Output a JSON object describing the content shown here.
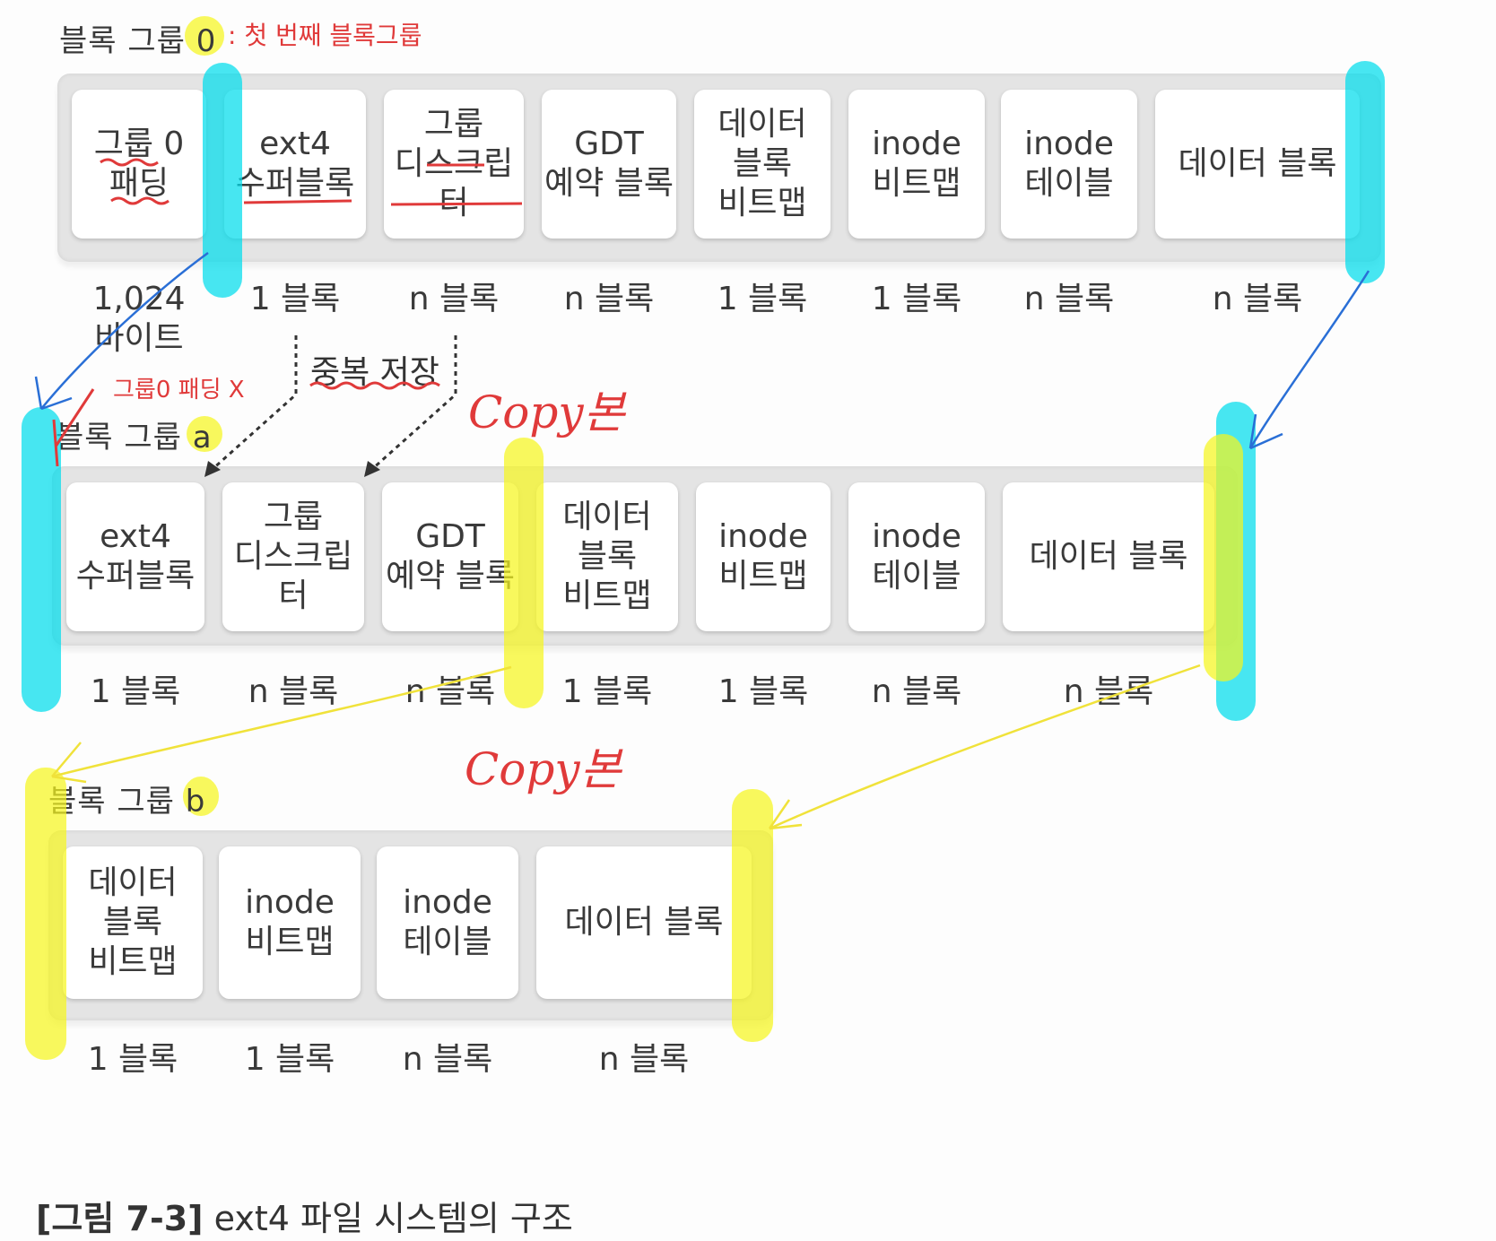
{
  "groups": {
    "g0": {
      "title_prefix": "블록 그룹",
      "title_num": "0",
      "blocks": [
        "그룹 0\n패딩",
        "ext4\n수퍼블록",
        "그룹\n디스크립터",
        "GDT\n예약 블록",
        "데이터\n블록\n비트맵",
        "inode\n비트맵",
        "inode\n테이블",
        "데이터 블록"
      ],
      "sizes": [
        "1,024\n바이트",
        "1 블록",
        "n 블록",
        "n 블록",
        "1 블록",
        "1 블록",
        "n 블록",
        "n 블록"
      ]
    },
    "ga": {
      "title_prefix": "블록 그룹",
      "title_num": "a",
      "blocks": [
        "ext4\n수퍼블록",
        "그룹\n디스크립터",
        "GDT\n예약 블록",
        "데이터\n블록\n비트맵",
        "inode\n비트맵",
        "inode\n테이블",
        "데이터 블록"
      ],
      "sizes": [
        "1 블록",
        "n 블록",
        "n 블록",
        "1 블록",
        "1 블록",
        "n 블록",
        "n 블록"
      ]
    },
    "gb": {
      "title_prefix": "블록 그룹",
      "title_num": "b",
      "blocks": [
        "데이터\n블록\n비트맵",
        "inode\n비트맵",
        "inode\n테이블",
        "데이터 블록"
      ],
      "sizes": [
        "1 블록",
        "1 블록",
        "n 블록",
        "n 블록"
      ]
    }
  },
  "duplicate_label": "중복 저장",
  "annotations": {
    "first_group_note": ": 첫 번째 블록그룹",
    "no_padding_note": "그룹0 패딩 X",
    "copy_note_1": "Copy본",
    "copy_note_2": "Copy본"
  },
  "caption": {
    "figure": "[그림 7-3]",
    "text": "ext4 파일 시스템의 구조"
  },
  "colors": {
    "highlight_cyan": "#00dceb",
    "highlight_yellow": "#f5f51e",
    "pen_red": "#e03a3a",
    "pen_blue": "#2a6fd6"
  }
}
